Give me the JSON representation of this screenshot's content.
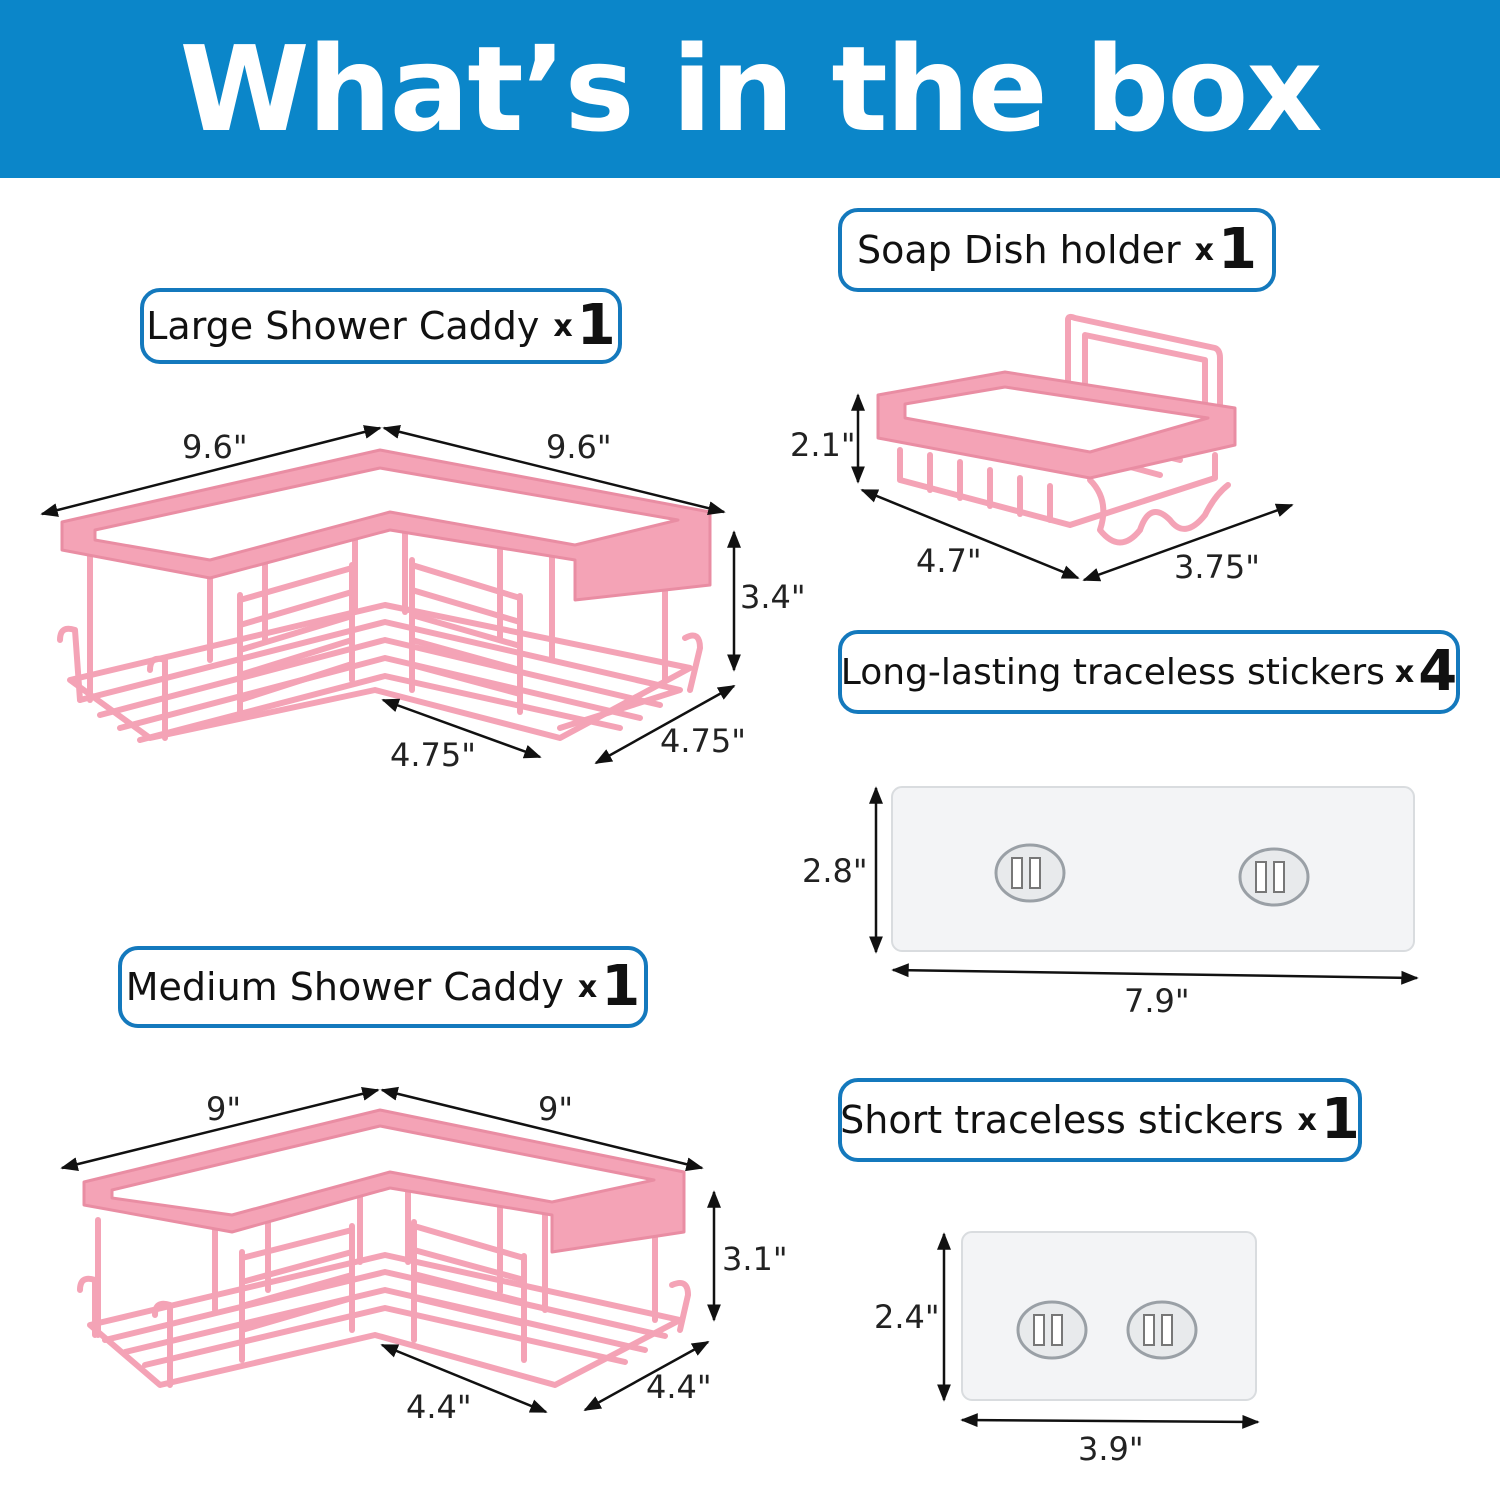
{
  "title": "What’s in the box",
  "items": {
    "large_caddy": {
      "label": "Large Shower Caddy",
      "x": "x",
      "qty": "1",
      "dims": {
        "left_top": "9.6\"",
        "right_top": "9.6\"",
        "height": "3.4\"",
        "depth_left": "4.75\"",
        "depth_right": "4.75\""
      }
    },
    "soap_dish": {
      "label": "Soap Dish holder",
      "x": "x",
      "qty": "1",
      "dims": {
        "height": "2.1\"",
        "width": "4.7\"",
        "depth": "3.75\""
      }
    },
    "long_stickers": {
      "label": "Long-lasting traceless stickers",
      "x": "x",
      "qty": "4",
      "dims": {
        "height": "2.8\"",
        "width": "7.9\""
      }
    },
    "medium_caddy": {
      "label": "Medium Shower Caddy",
      "x": "x",
      "qty": "1",
      "dims": {
        "left_top": "9\"",
        "right_top": "9\"",
        "height": "3.1\"",
        "depth_left": "4.4\"",
        "depth_right": "4.4\""
      }
    },
    "short_stickers": {
      "label": "Short traceless stickers",
      "x": "x",
      "qty": "1",
      "dims": {
        "height": "2.4\"",
        "width": "3.9\""
      }
    }
  },
  "colors": {
    "banner": "#0b86c9",
    "pill_border": "#1479bd",
    "product": "#f4a3b6"
  }
}
